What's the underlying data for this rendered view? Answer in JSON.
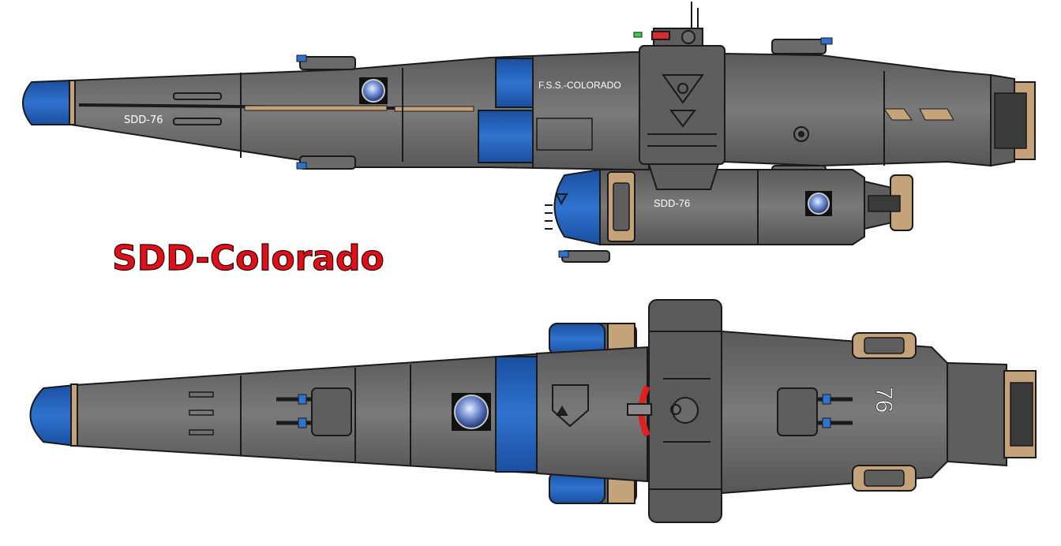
{
  "title": "SDD-Colorado",
  "side_view": {
    "hull_number_label": "SDD-76",
    "ship_name_label": "F.S.S.-COLORADO",
    "lower_hull_number_label": "SDD-76"
  },
  "top_view": {
    "hull_number": "76"
  },
  "colors": {
    "title": "#e0101a",
    "hull": "#6e6e6e",
    "hull_dark": "#5c5c5c",
    "accent_blue": "#1f5fb5",
    "trim_tan": "#c4a27a",
    "outline": "#1a1a1a",
    "warning_red": "#e02020"
  }
}
